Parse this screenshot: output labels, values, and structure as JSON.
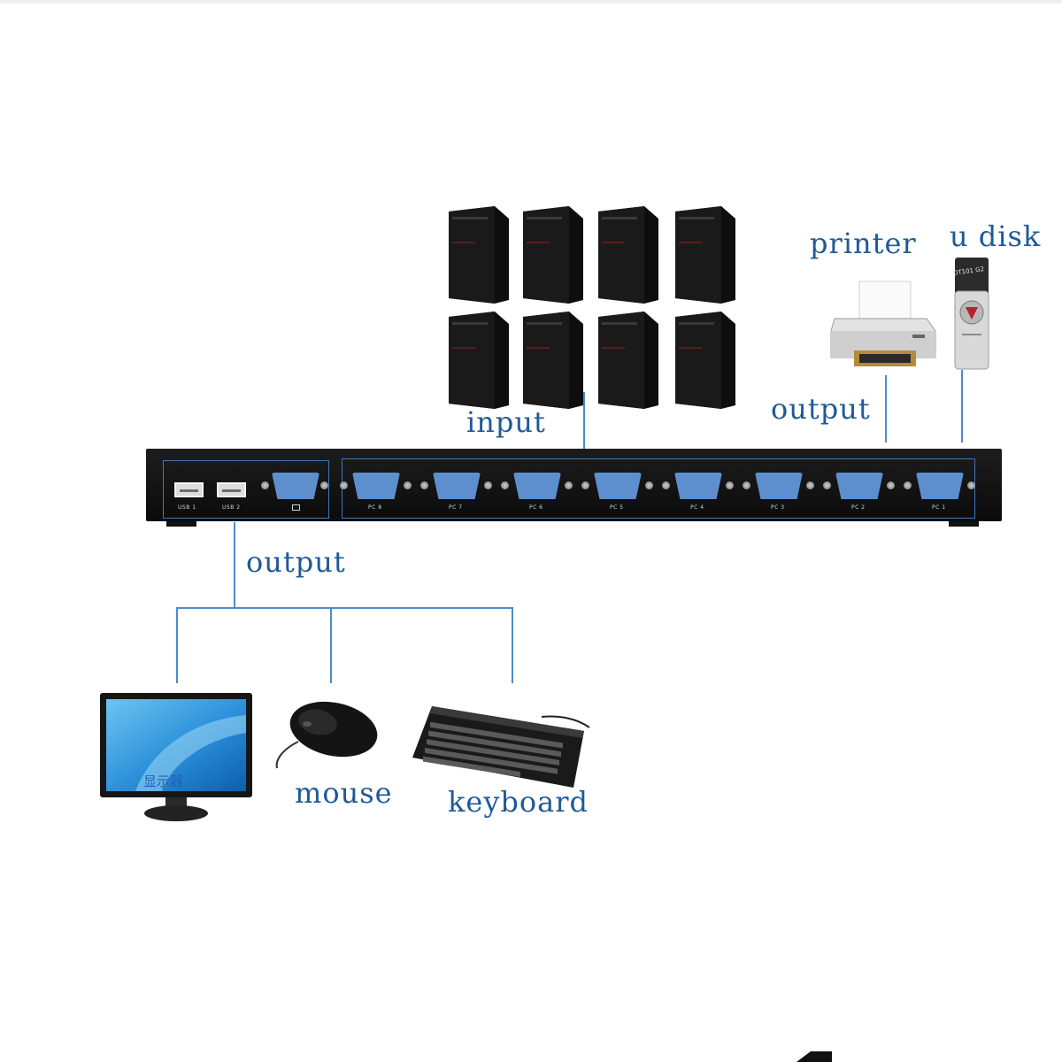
{
  "labels": {
    "input": "input",
    "output_top": "output",
    "printer": "printer",
    "u_disk": "u disk",
    "output_bottom": "output",
    "mouse": "mouse",
    "keyboard": "keyboard"
  },
  "kvm_ports": {
    "usb1": "USB 1",
    "usb2": "USB 2",
    "pc_ports": [
      "PC 8",
      "PC 7",
      "PC 6",
      "PC 5",
      "PC 4",
      "PC 3",
      "PC 2",
      "PC 1"
    ]
  },
  "monitor_screen_text": "显示器",
  "usb_drive_text": "DT101 G2",
  "colors": {
    "label_text": "#1f5a96",
    "connector_line": "#4a8cc8",
    "vga_port": "#5d8fcf",
    "kvm_body": "#111111"
  }
}
